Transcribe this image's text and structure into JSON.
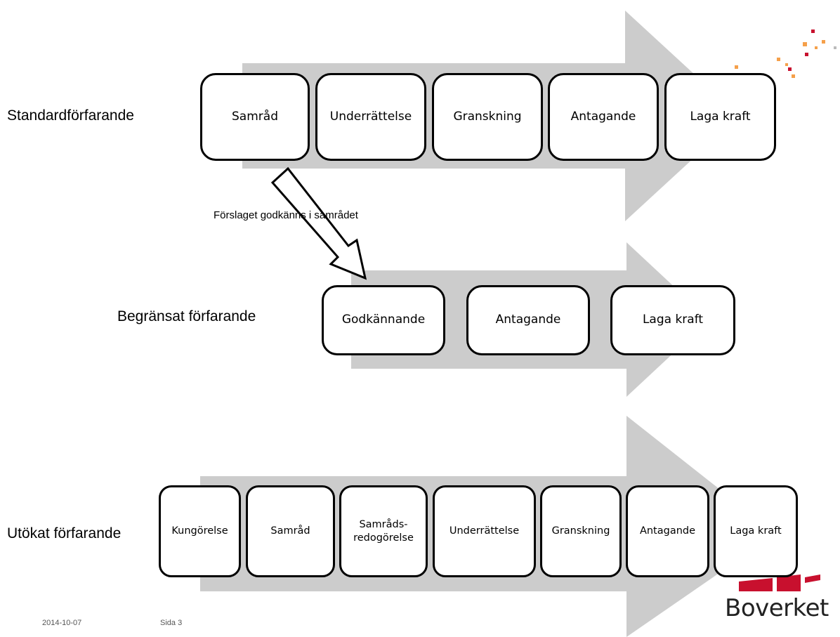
{
  "rows": {
    "standard": {
      "label": "Standardförfarande",
      "steps": [
        "Samråd",
        "Underrättelse",
        "Granskning",
        "Antagande",
        "Laga kraft"
      ]
    },
    "begransat": {
      "label": "Begränsat förfarande",
      "steps": [
        "Godkännande",
        "Antagande",
        "Laga kraft"
      ]
    },
    "utokat": {
      "label": "Utökat förfarande",
      "steps": [
        "Kungörelse",
        "Samråd",
        "Samråds-\nredogörelse",
        "Underrättelse",
        "Granskning",
        "Antagande",
        "Laga kraft"
      ]
    }
  },
  "shortcut_note": "Förslaget godkänns i samrådet",
  "footer": {
    "date": "2014-10-07",
    "page": "Sida 3"
  },
  "logo": {
    "text": "Boverket"
  },
  "colors": {
    "arrow_fill": "#cccccc",
    "box_border": "#000000",
    "brand_red": "#c8102e",
    "brand_orange": "#f5a04a"
  }
}
